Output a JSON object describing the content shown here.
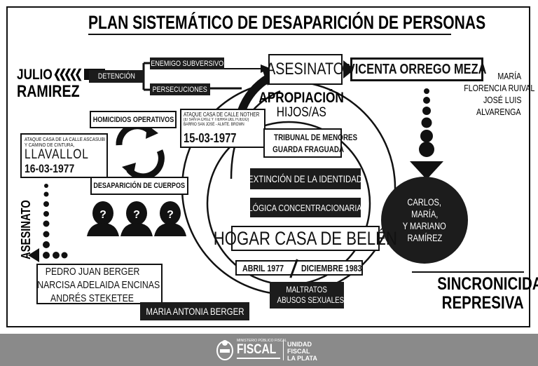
{
  "title": "PLAN SISTEMÁTICO DE DESAPARICIÓN DE PERSONAS",
  "left": {
    "person_first": "JULIO",
    "person_last": "RAMIREZ",
    "chevrons": "❮❮❮❮❮",
    "detencion": "DETENCIÓN",
    "enemigo": "ENEMIGO SUBVERSIVO",
    "persecuciones": "PERSECUCIONES",
    "homicidios": "HOMICIDIOS OPERATIVOS",
    "desaparicion": "DESAPARICIÓN DE CUERPOS",
    "ataque1_line1": "ATAQUE CASA DE LA CALLE ASCASUBI",
    "ataque1_line2": "Y CAMINO DE CINTURA,",
    "ataque1_place": "LLAVALLOL",
    "ataque1_date": "16-03-1977",
    "asesinato_vertical": "ASESINATO",
    "victims": [
      "PEDRO JUAN BERGER",
      "NARCISA ADELAIDA ENCINAS",
      "ANDRÉS STEKETEE"
    ],
    "maria_antonia": "MARIA ANTONIA BERGER"
  },
  "center": {
    "ataque2_line1": "ATAQUE CASA DE CALLE NOTHER",
    "ataque2_line2": "(E/ SANTA CRUZ Y TIERRA DEL FUEGO)",
    "ataque2_line3": "BARRIO SAN JOSÉ - ALMTE. BROWN",
    "ataque2_date": "15-03-1977",
    "asesinato": "ASESINATO",
    "apropiacion": "APROPIACIÓN",
    "hijos": "HIJOS/AS",
    "tribunal_line1": "TRIBUNAL DE MENORES",
    "tribunal_line2": "GUARDA FRAGUADA",
    "extincion": "EXTINCIÓN DE LA IDENTIDAD",
    "logica": "LÓGICA CONCENTRACIONARIA",
    "hogar": "HOGAR CASA DE BELÉN",
    "abril": "ABRIL 1977",
    "diciembre": "DICIEMBRE 1983",
    "maltratos_line1": "MALTRATOS",
    "maltratos_line2": "ABUSOS SEXUALES"
  },
  "right": {
    "vicenta": "VICENTA ORREGO MEZA",
    "maria_florencia": [
      "MARÍA",
      "FLORENCIA RUIVAL",
      "JOSÉ LUIS",
      "ALVARENGA"
    ],
    "carlos": [
      "CARLOS,",
      "MARÍA,",
      "Y MARIANO",
      "RAMÍREZ"
    ],
    "sincronicidad": "SINCRONICIDAD",
    "represiva": "REPRESIVA"
  },
  "footer": {
    "ministerio_small": "MINISTERIO PÚBLICO FISCAL",
    "fiscal": "FISCAL",
    "unidad": "UNIDAD",
    "fiscal2": "FISCAL",
    "la_plata": "LA PLATA"
  }
}
